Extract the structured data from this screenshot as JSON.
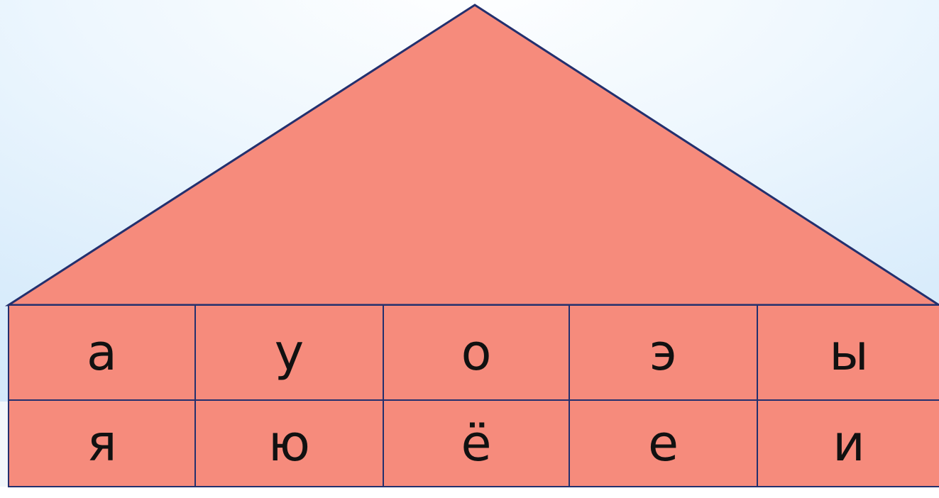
{
  "colors": {
    "fill": "#f68b7c",
    "stroke": "#23306e",
    "background": "#dcedfb"
  },
  "house": {
    "rows": [
      [
        "а",
        "у",
        "о",
        "э",
        "ы"
      ],
      [
        "я",
        "ю",
        "ё",
        "е",
        "и"
      ]
    ]
  }
}
